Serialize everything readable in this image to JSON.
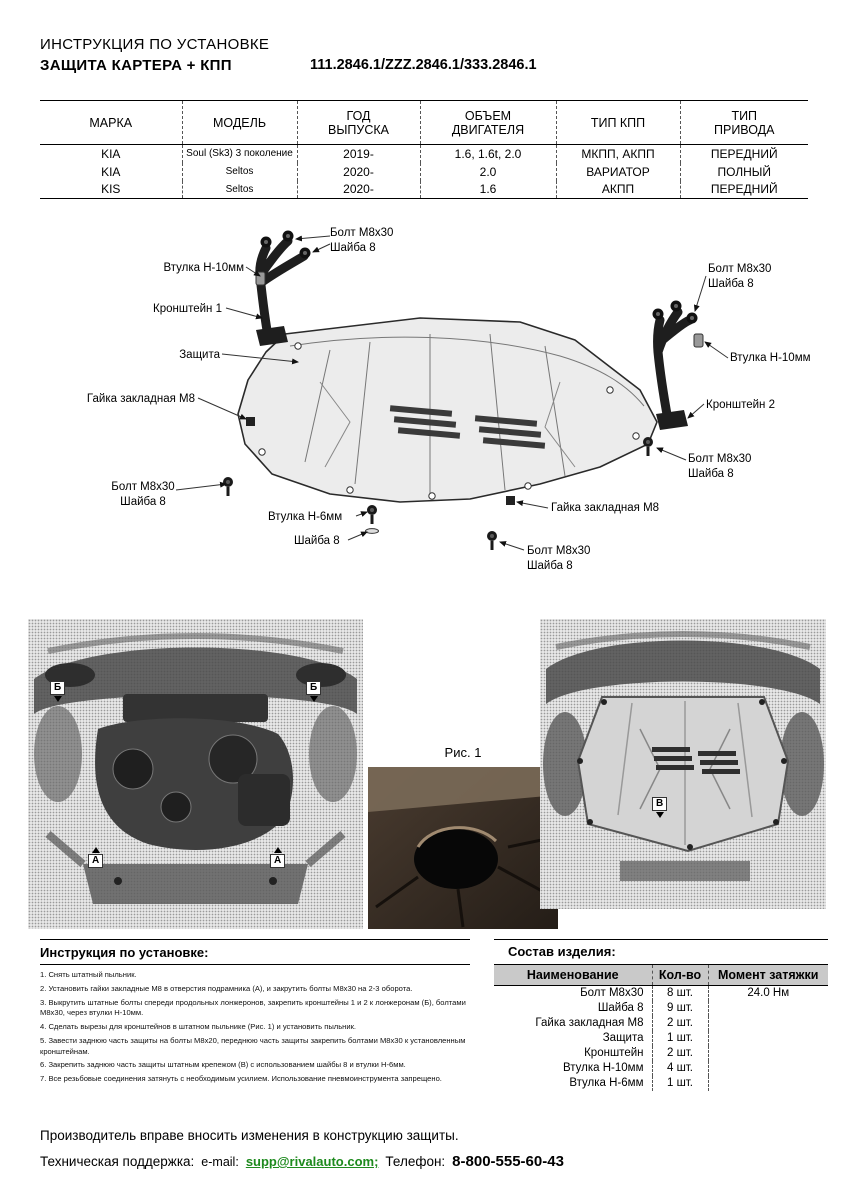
{
  "header": {
    "line1": "ИНСТРУКЦИЯ ПО УСТАНОВКЕ",
    "line2": "ЗАЩИТА КАРТЕРА + КПП",
    "part_numbers": "111.2846.1/ZZZ.2846.1/333.2846.1"
  },
  "spec_table": {
    "headers": [
      "МАРКА",
      "МОДЕЛЬ",
      "ГОД\nВЫПУСКА",
      "ОБЪЕМ\nДВИГАТЕЛЯ",
      "ТИП КПП",
      "ТИП\nПРИВОДА"
    ],
    "rows": [
      [
        "KIA",
        "Soul (Sk3) 3 поколение",
        "2019-",
        "1.6, 1.6t, 2.0",
        "МКПП, АКПП",
        "ПЕРЕДНИЙ"
      ],
      [
        "KIA",
        "Seltos",
        "2020-",
        "2.0",
        "ВАРИАТОР",
        "ПОЛНЫЙ"
      ],
      [
        "KIS",
        "Seltos",
        "2020-",
        "1.6",
        "АКПП",
        "ПЕРЕДНИЙ"
      ]
    ]
  },
  "diagram": {
    "labels": [
      {
        "text": "Болт М8х30\nШайба 8"
      },
      {
        "text": "Втулка Н-10мм"
      },
      {
        "text": "Кронштейн 1"
      },
      {
        "text": "Защита"
      },
      {
        "text": "Гайка закладная М8"
      },
      {
        "text": "Болт М8х30\nШайба 8"
      },
      {
        "text": "Втулка Н-6мм"
      },
      {
        "text": "Шайба 8"
      },
      {
        "text": "Болт М8х30\nШайба 8"
      },
      {
        "text": "Гайка закладная М8"
      },
      {
        "text": "Болт М8х30\nШайба 8"
      },
      {
        "text": "Втулка Н-10мм"
      },
      {
        "text": "Кронштейн 2"
      },
      {
        "text": "Болт М8х30\nШайба 8"
      }
    ]
  },
  "figure": {
    "caption": "Рис. 1"
  },
  "photo_markers": {
    "left": [
      "Б",
      "Б",
      "А",
      "А"
    ],
    "right": [
      "В"
    ]
  },
  "instructions": {
    "title": "Инструкция по установке:",
    "steps": [
      "1. Снять штатный пыльник.",
      "2. Установить гайки закладные М8 в отверстия подрамника (А), и закрутить болты М8х30 на 2-3 оборота.",
      "3. Выкрутить штатные болты спереди продольных лонжеронов, закрепить кронштейны 1 и 2 к лонжеронам (Б), болтами М8х30, через втулки Н-10мм.",
      "4. Сделать вырезы для кронштейнов в штатном пыльнике (Рис. 1) и установить пыльник.",
      "5. Завести заднюю часть защиты на болты М8х20, переднюю часть защиты закрепить болтами М8х30 к установленным кронштейнам.",
      "6. Закрепить заднюю часть защиты штатным крепежом (В) с использованием шайбы 8 и втулки Н-6мм.",
      "7. Все резьбовые соединения затянуть с необходимым усилием. Использование пневмоинструмента запрещено."
    ]
  },
  "parts": {
    "title": "Состав изделия:",
    "headers": [
      "Наименование",
      "Кол-во",
      "Момент затяжки"
    ],
    "rows": [
      [
        "Болт М8х30",
        "8 шт.",
        "24.0 Нм"
      ],
      [
        "Шайба 8",
        "9 шт.",
        ""
      ],
      [
        "Гайка закладная М8",
        "2 шт.",
        ""
      ],
      [
        "Защита",
        "1 шт.",
        ""
      ],
      [
        "Кронштейн",
        "2 шт.",
        ""
      ],
      [
        "Втулка Н-10мм",
        "4 шт.",
        ""
      ],
      [
        "Втулка Н-6мм",
        "1 шт.",
        ""
      ]
    ]
  },
  "footer": {
    "disclaimer": "Производитель вправе вносить изменения в конструкцию защиты.",
    "support_label": "Техническая поддержка:",
    "email_label": "e-mail:",
    "email": "supp@rivalauto.com;",
    "phone_label": "Телефон:",
    "phone": "8-800-555-60-43"
  },
  "colors": {
    "link_green": "#1d8a1d",
    "text": "#000000"
  }
}
